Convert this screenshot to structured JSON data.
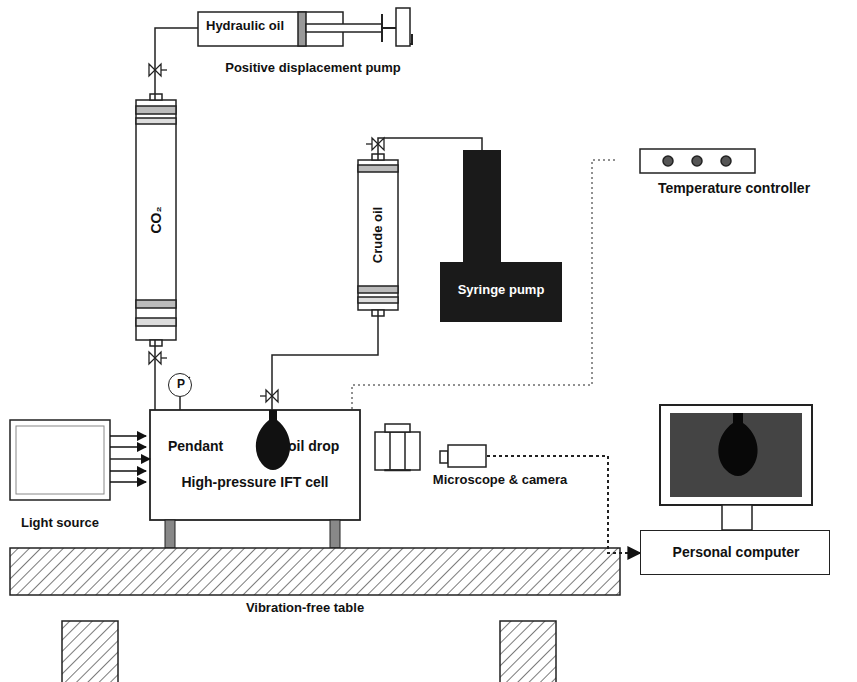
{
  "diagram": {
    "nodes": [
      {
        "text": [
          "Hydraulic oil",
          "Positive displacement pump"
        ]
      },
      {
        "text": [
          "CO₂"
        ]
      },
      {
        "text": [
          "Crude oil"
        ]
      },
      {
        "text": [
          "Syringe pump"
        ]
      },
      {
        "text": [
          "Temperature controller"
        ]
      },
      {
        "text": [
          "P"
        ]
      },
      {
        "text": [
          "Pendant",
          "oil drop",
          "High-pressure IFT cell"
        ]
      },
      {
        "text": [
          "Light source"
        ]
      },
      {
        "text": [
          "Microscope & camera"
        ]
      },
      {
        "text": [
          "Personal computer"
        ]
      },
      {
        "text": [
          "Vibration-free table"
        ]
      }
    ],
    "edges": [
      {
        "from": 0,
        "to": 1,
        "arrow": "none"
      },
      {
        "from": 1,
        "to": 6,
        "arrow": "none"
      },
      {
        "from": 3,
        "to": 2,
        "arrow": "none"
      },
      {
        "from": 2,
        "to": 6,
        "arrow": "none"
      },
      {
        "from": 5,
        "to": 6,
        "arrow": "none"
      },
      {
        "from": 4,
        "to": 6,
        "arrow": "none"
      },
      {
        "from": 7,
        "to": 6,
        "arrow": "to"
      },
      {
        "from": 8,
        "to": 9,
        "arrow": "to"
      }
    ]
  }
}
